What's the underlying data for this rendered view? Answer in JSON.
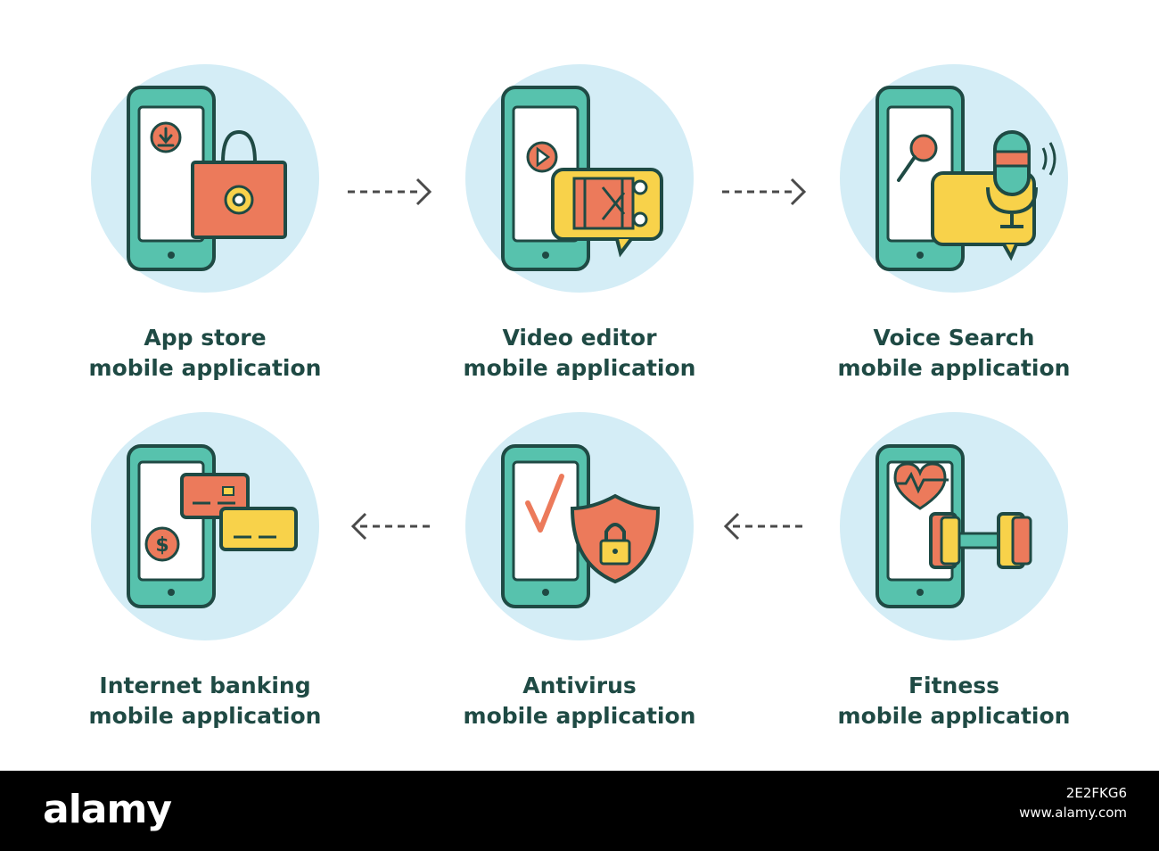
{
  "colors": {
    "circle": "#d4edf6",
    "phone": "#57c2ad",
    "outline": "#1f4a44",
    "orange": "#ec7a5b",
    "yellow": "#f8d24a",
    "text": "#1f4a44"
  },
  "nodes": [
    {
      "line1": "App store",
      "line2": "mobile application",
      "icon": "app-store-icon"
    },
    {
      "line1": "Video editor",
      "line2": "mobile application",
      "icon": "video-editor-icon"
    },
    {
      "line1": "Voice Search",
      "line2": "mobile application",
      "icon": "voice-search-icon"
    },
    {
      "line1": "Internet banking",
      "line2": "mobile application",
      "icon": "internet-banking-icon"
    },
    {
      "line1": "Antivirus",
      "line2": "mobile application",
      "icon": "antivirus-icon"
    },
    {
      "line1": "Fitness",
      "line2": "mobile application",
      "icon": "fitness-icon"
    }
  ],
  "arrows": [
    "right",
    "right",
    "left",
    "left"
  ],
  "banner": {
    "logo": "alamy",
    "image_id": "2E2FKG6",
    "url": "www.alamy.com"
  }
}
